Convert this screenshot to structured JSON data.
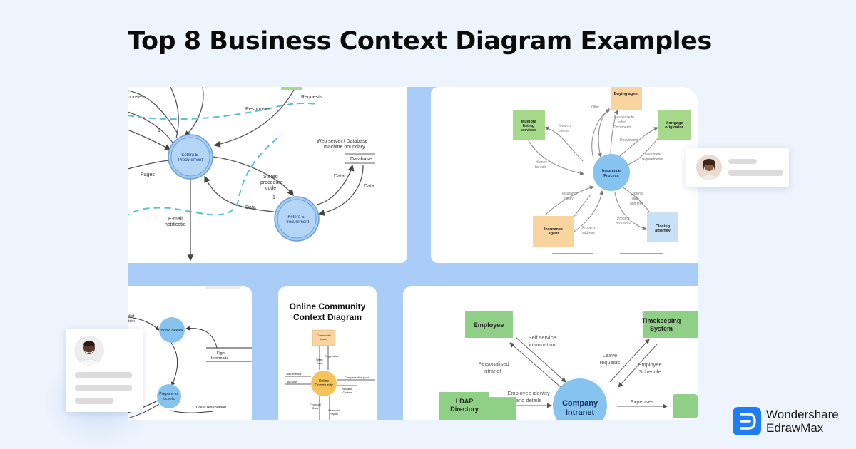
{
  "page": {
    "title": "Top 8 Business Context Diagram Examples"
  },
  "brand": {
    "line1": "Wondershare",
    "line2": "EdrawMax",
    "color": "#1e7cf5"
  },
  "colors": {
    "background": "#eef4fc",
    "collage": "#a9cdf6",
    "process_blue": "#87c3ef",
    "entity_green": "#a6d98a",
    "entity_orange": "#f9d49e",
    "entity_lightblue": "#c9e1f7",
    "boundary_teal": "#59c2c4"
  },
  "diagram1": {
    "labels": {
      "responses_cut": "ponses",
      "requests": "Requests",
      "responses": "Responses",
      "one_a": "1",
      "pages": "Pages",
      "web_server_1": "Web server / Database",
      "web_server_2": "machine boundary",
      "database": "Database",
      "stored_1": "Stored",
      "stored_2": "procedure",
      "stored_3": "code",
      "one_b": "1",
      "data_a": "Data",
      "data_b": "Data",
      "data_c": "Data",
      "email_1": "E-mail",
      "email_2": "notificatio"
    },
    "process_a": [
      "Ketera E-",
      "Procurement"
    ],
    "process_b": [
      "Ketera E-",
      "Procurement"
    ]
  },
  "diagram2": {
    "center": [
      "Insurance",
      "Process"
    ],
    "buying_agent": "Buying agent",
    "mls": [
      "Multiple",
      "listing",
      "services"
    ],
    "mortgage": [
      "Mortgage",
      "originator"
    ],
    "insurance_agent": [
      "Insurance",
      "agent"
    ],
    "closing_attorney": [
      "Closing",
      "attorney"
    ],
    "flows": {
      "offer": "Offer",
      "response_1": "Response to",
      "response_2": "offer",
      "response_3": "Documents",
      "documents": "Documents",
      "search_1": "Search",
      "search_2": "criteria",
      "doc_req_1": "Document",
      "doc_req_2": "requirements",
      "homes_1": "Homes",
      "homes_2": "for sale",
      "ins_pol_1": "Insurance",
      "ins_pol_2": "policy",
      "closing_1": "Closing",
      "closing_2": "data",
      "closing_3": "and time",
      "proof_1": "Proof of",
      "proof_2": "Insurance",
      "prop_1": "Property",
      "prop_2": "address"
    }
  },
  "diagram3": {
    "ticket_1": "icket",
    "ticket_2": "ation",
    "book_tickets": "Book Tickets",
    "flight_1": "Fight",
    "flight_2": "Informatio",
    "prepare_1": "Prepare for",
    "prepare_2": "tickets",
    "reservation": "Ticket reservation"
  },
  "diagram4": {
    "title_1": "Online Community",
    "title_2": "Context Diagram",
    "community_1": "Community",
    "community_2": "Users",
    "center_1": "Online",
    "center_2": "Community",
    "registration": "Registration",
    "web_1": "Week",
    "web_2": "Tools",
    "ad_revenue": "Ad Revenue",
    "ad_dev": "Ad Devs",
    "compensation": "Compensation (and",
    "valuable_1": "Valuable",
    "valuable_2": "Content",
    "financial_1": "Financial",
    "financial_2": "Data",
    "financial_3": "Financial",
    "financial_4": "Report"
  },
  "diagram5": {
    "employee": "Employee",
    "timekeeping_1": "Timekeeping",
    "timekeeping_2": "System",
    "self_service_1": "Self service",
    "self_service_2": "information",
    "personalised_1": "Personalised",
    "personalised_2": "intranet",
    "leave_1": "Leave",
    "leave_2": "requests",
    "schedule_1": "Employee",
    "schedule_2": "Schedule",
    "ldap_1": "LDAP",
    "ldap_2": "Directory",
    "identity_1": "Employee identity",
    "identity_2": "and details",
    "center_1": "Company",
    "center_2": "Intranet",
    "expenses": "Expenses"
  }
}
